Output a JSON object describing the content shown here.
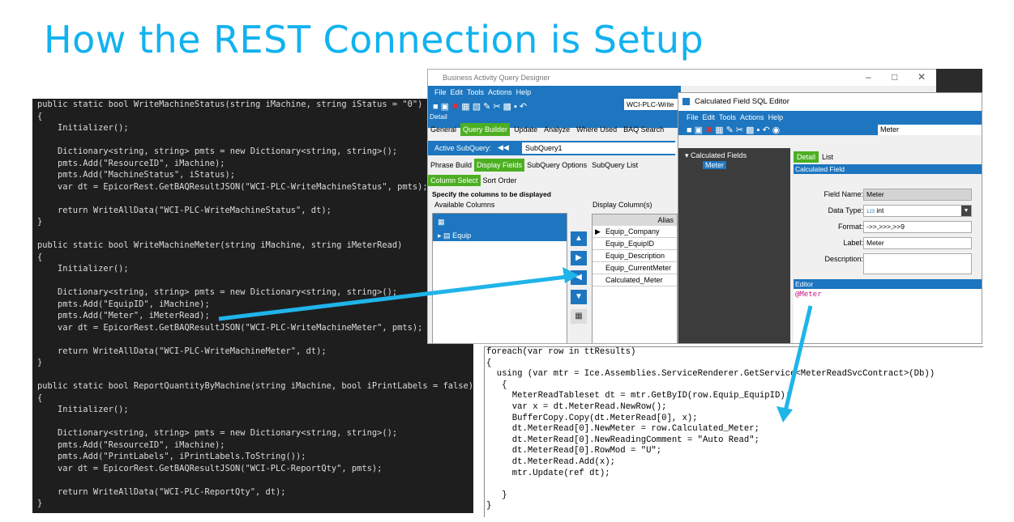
{
  "title": "How the REST Connection is Setup",
  "left_code": [
    "public static bool WriteMachineStatus(string iMachine, string iStatus = \"0\")",
    "{",
    "    Initializer();",
    "",
    "    Dictionary<string, string> pmts = new Dictionary<string, string>();",
    "    pmts.Add(\"ResourceID\", iMachine);",
    "    pmts.Add(\"MachineStatus\", iStatus);",
    "    var dt = EpicorRest.GetBAQResultJSON(\"WCI-PLC-WriteMachineStatus\", pmts);",
    "",
    "    return WriteAllData(\"WCI-PLC-WriteMachineStatus\", dt);",
    "}",
    "",
    "public static bool WriteMachineMeter(string iMachine, string iMeterRead)",
    "{",
    "    Initializer();",
    "",
    "    Dictionary<string, string> pmts = new Dictionary<string, string>();",
    "    pmts.Add(\"EquipID\", iMachine);",
    "    pmts.Add(\"Meter\", iMeterRead);",
    "    var dt = EpicorRest.GetBAQResultJSON(\"WCI-PLC-WriteMachineMeter\", pmts);",
    "",
    "    return WriteAllData(\"WCI-PLC-WriteMachineMeter\", dt);",
    "}",
    "",
    "public static bool ReportQuantityByMachine(string iMachine, bool iPrintLabels = false)",
    "{",
    "    Initializer();",
    "",
    "    Dictionary<string, string> pmts = new Dictionary<string, string>();",
    "    pmts.Add(\"ResourceID\", iMachine);",
    "    pmts.Add(\"PrintLabels\", iPrintLabels.ToString());",
    "    var dt = EpicorRest.GetBAQResultJSON(\"WCI-PLC-ReportQty\", pmts);",
    "",
    "    return WriteAllData(\"WCI-PLC-ReportQty\", dt);",
    "}"
  ],
  "baq": {
    "window_title": "Business Activity Query Designer",
    "menu": [
      "File",
      "Edit",
      "Tools",
      "Actions",
      "Help"
    ],
    "query_id": "WCI-PLC-Write",
    "detail_label": "Detail",
    "tabs": [
      "General",
      "Query Builder",
      "Update",
      "Analyze",
      "Where Used",
      "BAQ Search"
    ],
    "active_subquery_label": "Active SubQuery:",
    "active_subquery_value": "SubQuery1",
    "phrase_tabs": [
      "Phrase Build",
      "Display Fields",
      "SubQuery Options",
      "SubQuery List"
    ],
    "column_tabs": [
      "Column Select",
      "Sort Order"
    ],
    "specify": "Specify the columns to be displayed",
    "available_label": "Available Columns",
    "display_label": "Display Column(s)",
    "tree_item": "Equip",
    "alias_header": "Alias",
    "display_columns": [
      "Equip_Company",
      "Equip_EquipID",
      "Equip_Description",
      "Equip_CurrentMeter",
      "Calculated_Meter"
    ]
  },
  "calc": {
    "window_title": "Calculated Field SQL Editor",
    "menu": [
      "File",
      "Edit",
      "Tools",
      "Actions",
      "Help"
    ],
    "search_value": "Meter",
    "list_root": "Calculated Fields",
    "list_item": "Meter",
    "detail_tabs": [
      "Detail",
      "List"
    ],
    "section_title": "Calculated Field",
    "field_name_label": "Field Name:",
    "field_name": "Meter",
    "data_type_label": "Data Type:",
    "data_type_prefix": "123",
    "data_type": "int",
    "format_label": "Format:",
    "format": "->>,>>>,>>9",
    "label_label": "Label:",
    "label": "Meter",
    "description_label": "Description:",
    "editor_label": "Editor",
    "editor_text": "@Meter"
  },
  "right_code": [
    "foreach(var row in ttResults)",
    "{",
    "  using (var mtr = Ice.Assemblies.ServiceRenderer.GetService<MeterReadSvcContract>(Db))",
    "   {",
    "     MeterReadTableset dt = mtr.GetByID(row.Equip_EquipID);",
    "     var x = dt.MeterRead.NewRow();",
    "     BufferCopy.Copy(dt.MeterRead[0], x);",
    "     dt.MeterRead[0].NewMeter = row.Calculated_Meter;",
    "     dt.MeterRead[0].NewReadingComment = \"Auto Read\";",
    "     dt.MeterRead[0].RowMod = \"U\";",
    "     dt.MeterRead.Add(x);",
    "     mtr.Update(ref dt);",
    "",
    "   }",
    "}"
  ],
  "colors": {
    "accent": "#12b2ef",
    "epicor_blue": "#1d76bf",
    "active_green": "#4caf22",
    "arrow": "#1fb4ea"
  }
}
